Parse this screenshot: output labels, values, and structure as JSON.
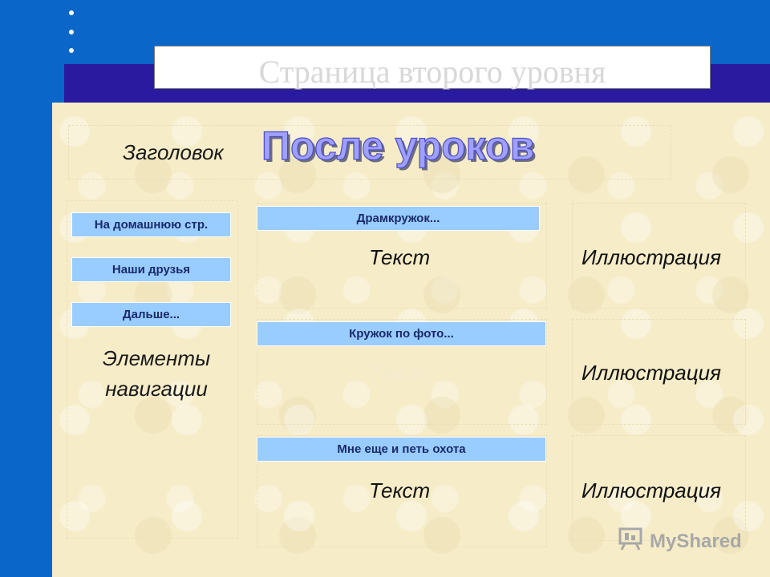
{
  "slide": {
    "title": "Страница второго уровня",
    "header_label": "Заголовок",
    "big_title": "После уроков",
    "nav_caption_line1": "Элементы",
    "nav_caption_line2": "навигации"
  },
  "nav": {
    "items": [
      {
        "label": "На домашнюю стр."
      },
      {
        "label": "Наши друзья"
      },
      {
        "label": "Дальше..."
      }
    ]
  },
  "sections": [
    {
      "button": "Драмкружок...",
      "text": "Текст",
      "illustration": "Иллюстрация"
    },
    {
      "button": "Кружок по фото...",
      "text": "Текст",
      "illustration": "Иллюстрация"
    },
    {
      "button": "Мне еще и петь охота",
      "text": "Текст",
      "illustration": "Иллюстрация"
    }
  ],
  "watermark": {
    "text": "MyShared",
    "icon": "presentation-icon"
  },
  "colors": {
    "background": "#0a66c8",
    "band": "#2a1aa0",
    "panel": "#f6ecc8",
    "button": "#99ccff",
    "title_fill": "#9fa0ff"
  }
}
